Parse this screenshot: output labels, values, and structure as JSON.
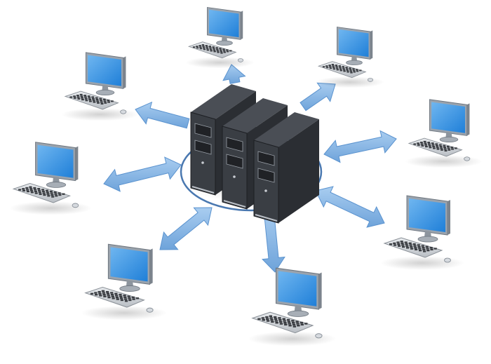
{
  "diagram": {
    "central_node": {
      "icon": "server-rack-icon",
      "units": 3
    },
    "client_nodes": [
      {
        "id": "top-center",
        "icon": "computer-workstation-icon"
      },
      {
        "id": "top-right",
        "icon": "computer-workstation-icon"
      },
      {
        "id": "upper-left",
        "icon": "computer-workstation-icon"
      },
      {
        "id": "right",
        "icon": "computer-workstation-icon"
      },
      {
        "id": "left",
        "icon": "computer-workstation-icon"
      },
      {
        "id": "lower-right",
        "icon": "computer-workstation-icon"
      },
      {
        "id": "lower-left",
        "icon": "computer-workstation-icon"
      },
      {
        "id": "bottom-center",
        "icon": "computer-workstation-icon"
      }
    ],
    "links": [
      {
        "client": "top-center",
        "style": "one-way"
      },
      {
        "client": "top-right",
        "style": "one-way"
      },
      {
        "client": "upper-left",
        "style": "one-way"
      },
      {
        "client": "right",
        "style": "two-way"
      },
      {
        "client": "left",
        "style": "two-way"
      },
      {
        "client": "lower-right",
        "style": "two-way"
      },
      {
        "client": "lower-left",
        "style": "two-way"
      },
      {
        "client": "bottom-center",
        "style": "one-way"
      }
    ]
  },
  "colors": {
    "screen": "#1f7fd8",
    "screen_highlight": "#6fb6f0",
    "monitor_frame": "#9aa3ad",
    "arrow_fill": "#7fb2e3",
    "arrow_edge": "#5b93cf",
    "ring": "#4a78b0",
    "server_body": "#2b2e33",
    "server_face": "#3a3e44"
  }
}
